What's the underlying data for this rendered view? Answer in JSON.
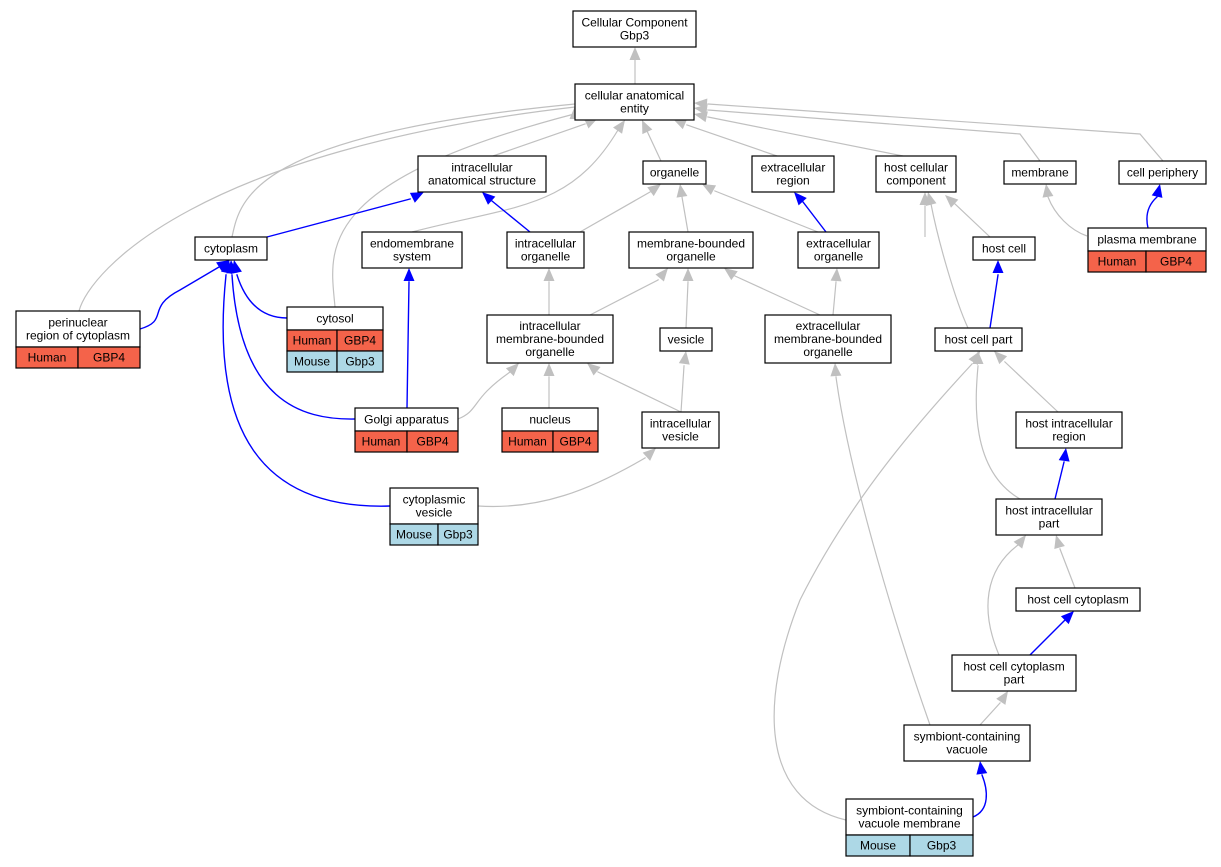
{
  "colors": {
    "human": "#f4634a",
    "mouse": "#add8e6",
    "is_a_edge": "#c0c0c0",
    "part_of_edge": "#0000ff"
  },
  "nodes": {
    "root": [
      "Cellular Component",
      "Gbp3"
    ],
    "cae": [
      "cellular anatomical",
      "entity"
    ],
    "ias": [
      "intracellular",
      "anatomical structure"
    ],
    "organelle": [
      "organelle"
    ],
    "exreg": [
      "extracellular",
      "region"
    ],
    "hcc": [
      "host cellular",
      "component"
    ],
    "membrane": [
      "membrane"
    ],
    "cellper": [
      "cell periphery"
    ],
    "cytoplasm": [
      "cytoplasm"
    ],
    "endo": [
      "endomembrane",
      "system"
    ],
    "icorg": [
      "intracellular",
      "organelle"
    ],
    "mborg": [
      "membrane-bounded",
      "organelle"
    ],
    "exorg": [
      "extracellular",
      "organelle"
    ],
    "hostcell": [
      "host cell"
    ],
    "pm": [
      "plasma membrane"
    ],
    "perinuc": [
      "perinuclear",
      "region of cytoplasm"
    ],
    "cytosol": [
      "cytosol"
    ],
    "imbo": [
      "intracellular",
      "membrane-bounded",
      "organelle"
    ],
    "vesicle": [
      "vesicle"
    ],
    "exmbo": [
      "extracellular",
      "membrane-bounded",
      "organelle"
    ],
    "hcp": [
      "host cell part"
    ],
    "golgi": [
      "Golgi apparatus"
    ],
    "nucleus": [
      "nucleus"
    ],
    "icves": [
      "intracellular",
      "vesicle"
    ],
    "hir": [
      "host intracellular",
      "region"
    ],
    "cyves": [
      "cytoplasmic",
      "vesicle"
    ],
    "hip": [
      "host intracellular",
      "part"
    ],
    "hcyt": [
      "host cell cytoplasm"
    ],
    "hcytp": [
      "host cell cytoplasm",
      "part"
    ],
    "scv": [
      "symbiont-containing",
      "vacuole"
    ],
    "scvm": [
      "symbiont-containing",
      "vacuole membrane"
    ]
  },
  "annotations": {
    "pm": [
      [
        "Human",
        "GBP4"
      ]
    ],
    "perinuc": [
      [
        "Human",
        "GBP4"
      ]
    ],
    "cytosol": [
      [
        "Human",
        "GBP4"
      ],
      [
        "Mouse",
        "Gbp3"
      ]
    ],
    "golgi": [
      [
        "Human",
        "GBP4"
      ]
    ],
    "nucleus": [
      [
        "Human",
        "GBP4"
      ]
    ],
    "cyves": [
      [
        "Mouse",
        "Gbp3"
      ]
    ],
    "scvm": [
      [
        "Mouse",
        "Gbp3"
      ]
    ]
  }
}
